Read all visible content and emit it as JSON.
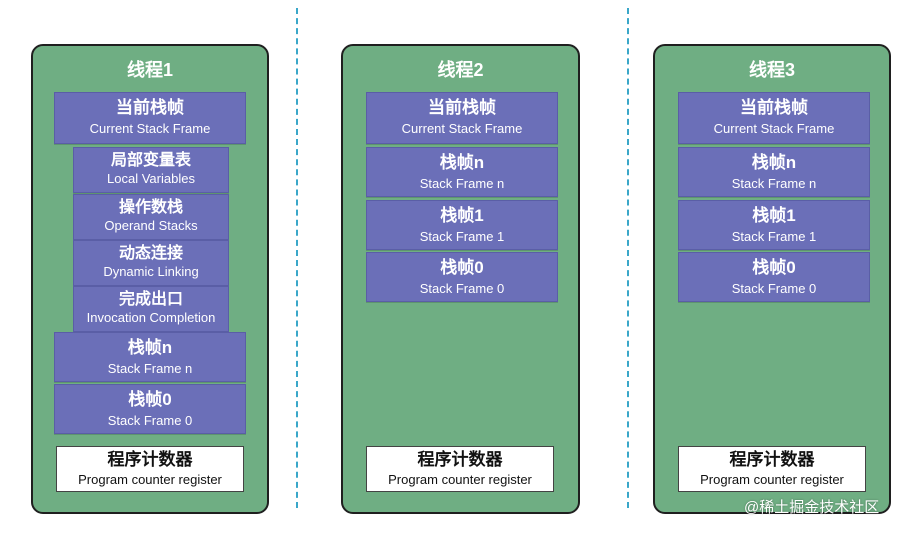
{
  "threads": [
    {
      "title": "线程1",
      "frames": [
        {
          "cn": "当前栈帧",
          "en": "Current Stack Frame"
        },
        {
          "cn": "局部变量表",
          "en": "Local Variables"
        },
        {
          "cn": "操作数栈",
          "en": "Operand Stacks"
        },
        {
          "cn": "动态连接",
          "en": "Dynamic Linking"
        },
        {
          "cn": "完成出口",
          "en": "Invocation Completion"
        },
        {
          "cn": "栈帧n",
          "en": "Stack Frame n"
        },
        {
          "cn": "栈帧0",
          "en": "Stack Frame 0"
        }
      ],
      "pc": {
        "cn": "程序计数器",
        "en": "Program counter register"
      }
    },
    {
      "title": "线程2",
      "frames": [
        {
          "cn": "当前栈帧",
          "en": "Current Stack Frame"
        },
        {
          "cn": "栈帧n",
          "en": "Stack Frame n"
        },
        {
          "cn": "栈帧1",
          "en": "Stack Frame 1"
        },
        {
          "cn": "栈帧0",
          "en": "Stack Frame 0"
        }
      ],
      "pc": {
        "cn": "程序计数器",
        "en": "Program counter register"
      }
    },
    {
      "title": "线程3",
      "frames": [
        {
          "cn": "当前栈帧",
          "en": "Current Stack Frame"
        },
        {
          "cn": "栈帧n",
          "en": "Stack Frame n"
        },
        {
          "cn": "栈帧1",
          "en": "Stack Frame 1"
        },
        {
          "cn": "栈帧0",
          "en": "Stack Frame 0"
        }
      ],
      "pc": {
        "cn": "程序计数器",
        "en": "Program counter register"
      }
    }
  ],
  "watermark": "@稀土掘金技术社区"
}
